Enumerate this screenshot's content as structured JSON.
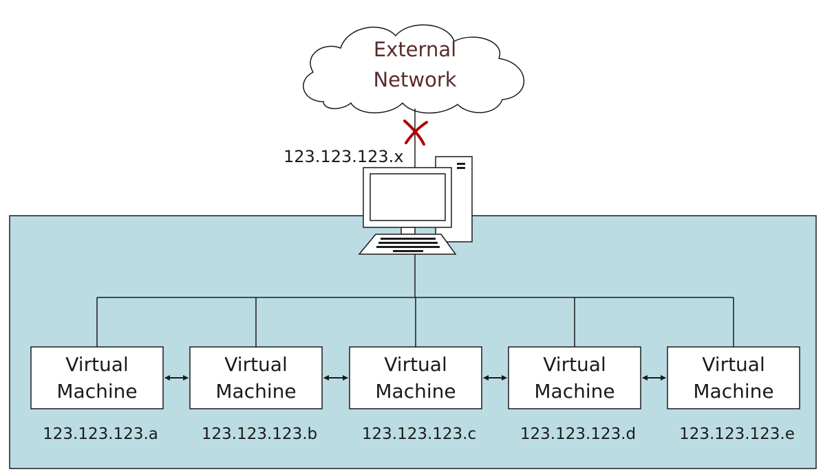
{
  "colors": {
    "private_network_fill": "#bcdce4",
    "line": "#1a1a1a",
    "cut_mark": "#b00000",
    "cloud_text": "#5a2b2b",
    "box_fill": "#ffffff"
  },
  "cloud": {
    "line1": "External",
    "line2": "Network"
  },
  "host": {
    "ip": "123.123.123.x",
    "icon": "desktop-computer-icon"
  },
  "cut_mark_icon": "x-cross-icon",
  "vms": [
    {
      "line1": "Virtual",
      "line2": "Machine",
      "ip": "123.123.123.a"
    },
    {
      "line1": "Virtual",
      "line2": "Machine",
      "ip": "123.123.123.b"
    },
    {
      "line1": "Virtual",
      "line2": "Machine",
      "ip": "123.123.123.c"
    },
    {
      "line1": "Virtual",
      "line2": "Machine",
      "ip": "123.123.123.d"
    },
    {
      "line1": "Virtual",
      "line2": "Machine",
      "ip": "123.123.123.e"
    }
  ]
}
